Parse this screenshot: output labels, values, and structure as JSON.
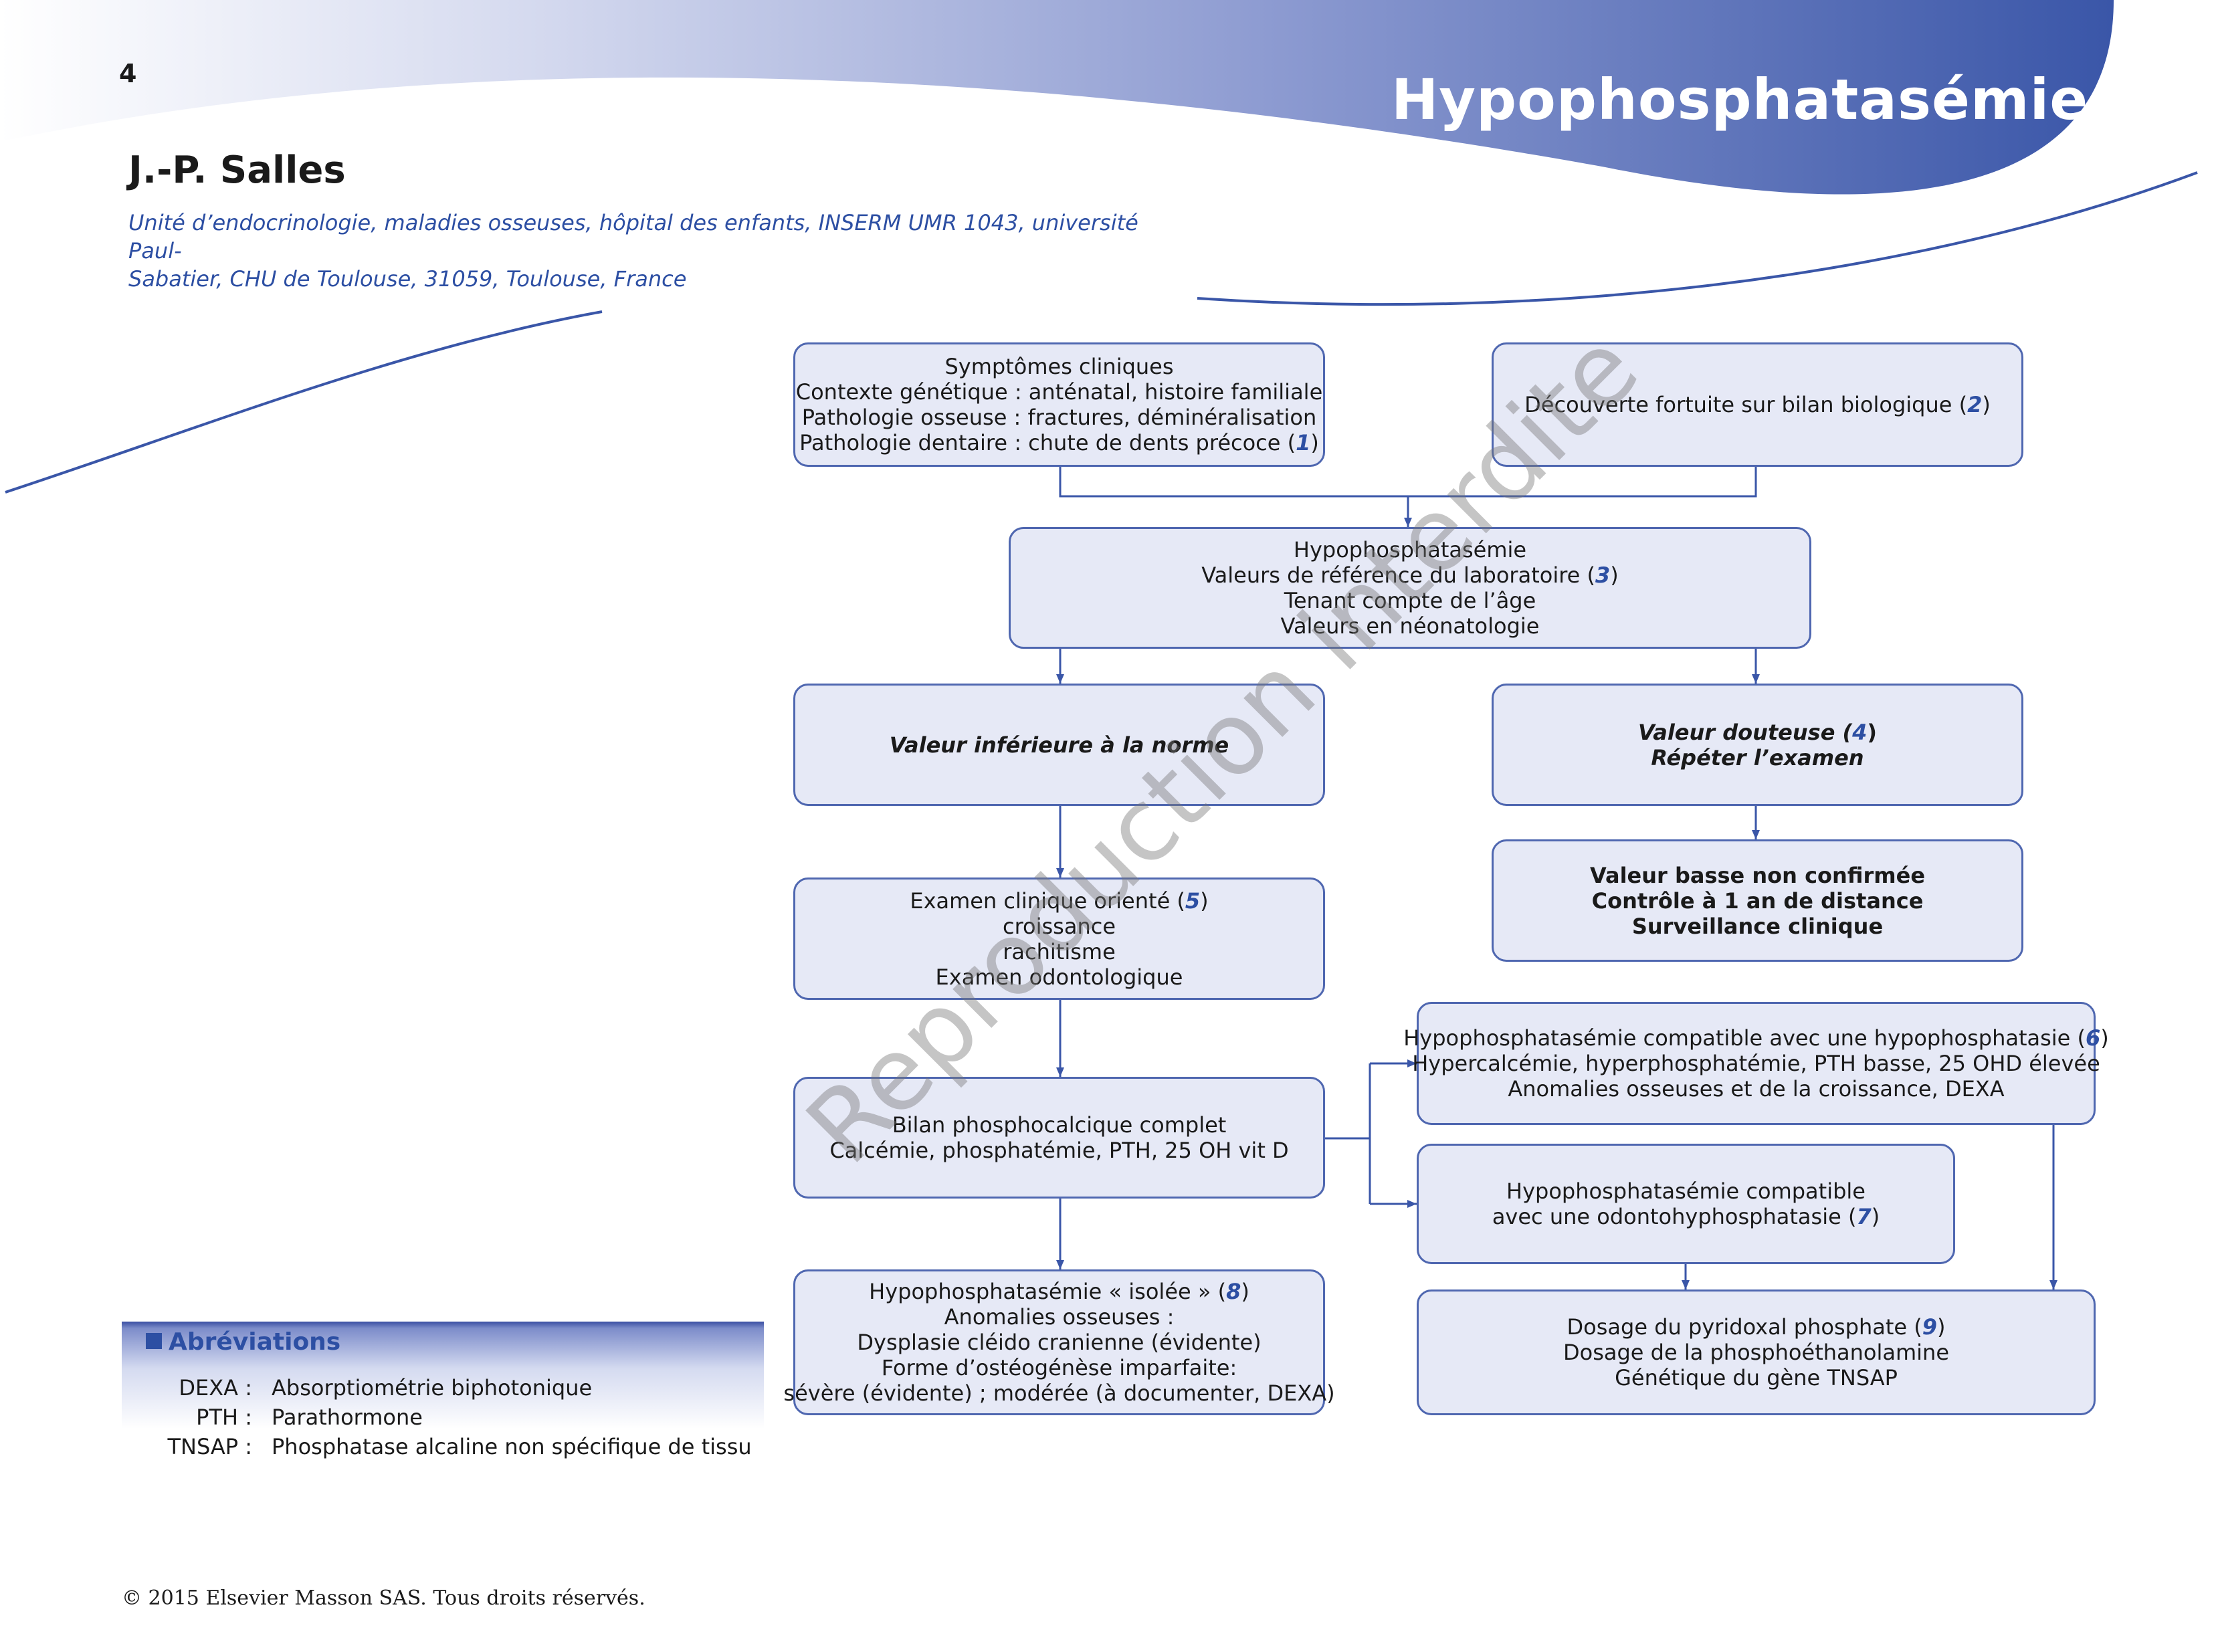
{
  "header": {
    "page_number": "4",
    "title": "Hypophosphatasémie"
  },
  "author": "J.-P. Salles",
  "affiliation": {
    "line1": "Unité d’endocrinologie, maladies osseuses, hôpital des enfants, INSERM UMR 1043, université Paul-",
    "line2": "Sabatier, CHU de Toulouse, 31059, Toulouse, France"
  },
  "colors": {
    "accent": "#2d4fa3",
    "box_fill": "#e6e9f6",
    "box_border": "#4f67b0",
    "banner_dark": "#3a56a8"
  },
  "flowchart": {
    "symptomes": {
      "l1": "Symptômes cliniques",
      "l2": "Contexte génétique : anténatal, histoire familiale",
      "l3": "Pathologie osseuse : fractures, déminéralisation",
      "l4": "Pathologie dentaire : chute de dents précoce (",
      "ref": "1",
      "close": ")"
    },
    "decouverte": {
      "text": "Découverte fortuite sur bilan biologique (",
      "ref": "2",
      "close": ")"
    },
    "hypophos": {
      "l1": "Hypophosphatasémie",
      "l2": "Valeurs de référence du laboratoire (",
      "ref": "3",
      "close": ")",
      "l3": "Tenant compte de l’âge",
      "l4": "Valeurs en néonatologie"
    },
    "valeur_inferieure": {
      "text": "Valeur inférieure à la norme"
    },
    "valeur_douteuse": {
      "l1": "Valeur douteuse (",
      "ref": "4",
      "close": ")",
      "l2": "Répéter l’examen"
    },
    "valeur_basse": {
      "l1": "Valeur basse non confirmée",
      "l2": "Contrôle à 1 an de distance",
      "l3": "Surveillance clinique"
    },
    "examen": {
      "l1": "Examen clinique orienté (",
      "ref": "5",
      "close": ")",
      "l2": "croissance",
      "l3": "rachitisme",
      "l4": "Examen odontologique"
    },
    "bilan": {
      "l1": "Bilan phosphocalcique complet",
      "l2": "Calcémie, phosphatémie, PTH, 25 OH vit D"
    },
    "compatible_hypophosphatasie": {
      "l1": "Hypophosphatasémie compatible avec une hypophosphatasie (",
      "ref": "6",
      "close": ")",
      "l2": "Hypercalcémie, hyperphosphatémie, PTH basse, 25 OHD élevée",
      "l3": "Anomalies osseuses et de la croissance, DEXA"
    },
    "compatible_odonto": {
      "l1": "Hypophosphatasémie compatible",
      "l2": "avec une odontohyphosphatasie (",
      "ref": "7",
      "close": ")"
    },
    "isolee": {
      "l1": "Hypophosphatasémie « isolée » (",
      "ref": "8",
      "close": ")",
      "l2": "Anomalies osseuses :",
      "l3": "Dysplasie cléido cranienne (évidente)",
      "l4": "Forme d’ostéogénèse imparfaite:",
      "l5": "sévère (évidente) ; modérée (à documenter, DEXA)"
    },
    "dosage": {
      "l1": "Dosage du pyridoxal phosphate (",
      "ref": "9",
      "close": ")",
      "l2": "Dosage de la phosphoéthanolamine",
      "l3": "Génétique du gène TNSAP"
    }
  },
  "abbreviations": {
    "title": "Abréviations",
    "items": [
      {
        "key": "DEXA :",
        "value": "Absorptiométrie biphotonique"
      },
      {
        "key": "PTH :",
        "value": "Parathormone"
      },
      {
        "key": "TNSAP :",
        "value": "Phosphatase alcaline non spécifique de tissu"
      }
    ]
  },
  "watermark": "Reproduction interdite",
  "footer": {
    "copyright": "© 2015 Elsevier Masson SAS. Tous droits réservés."
  }
}
